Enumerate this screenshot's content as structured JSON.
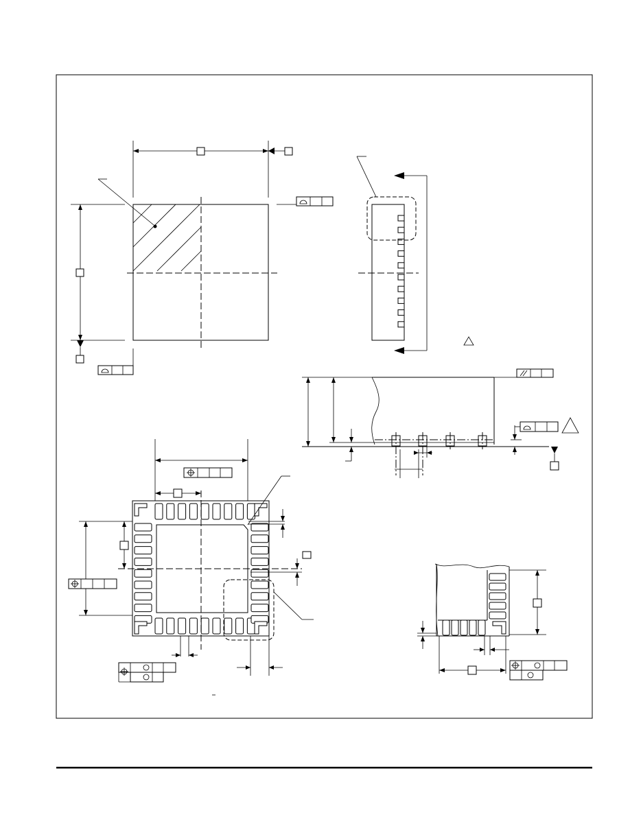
{
  "figure": {
    "description_text": "",
    "views": [
      "top-view",
      "side-view",
      "section-view",
      "bottom-view",
      "detail-view"
    ]
  },
  "icons": {
    "flatness": "flatness-icon",
    "position": "position-icon",
    "parallelism": "parallelism-icon",
    "diameter": "diameter-icon",
    "datum_flag": "datum-triangle-icon",
    "note_flag": "note-triangle-icon"
  },
  "colors": {
    "ink": "#000000",
    "paper": "#ffffff"
  },
  "bottom_view": {
    "pins_per_side": 9
  },
  "side_view": {
    "visible_leads": 10
  }
}
